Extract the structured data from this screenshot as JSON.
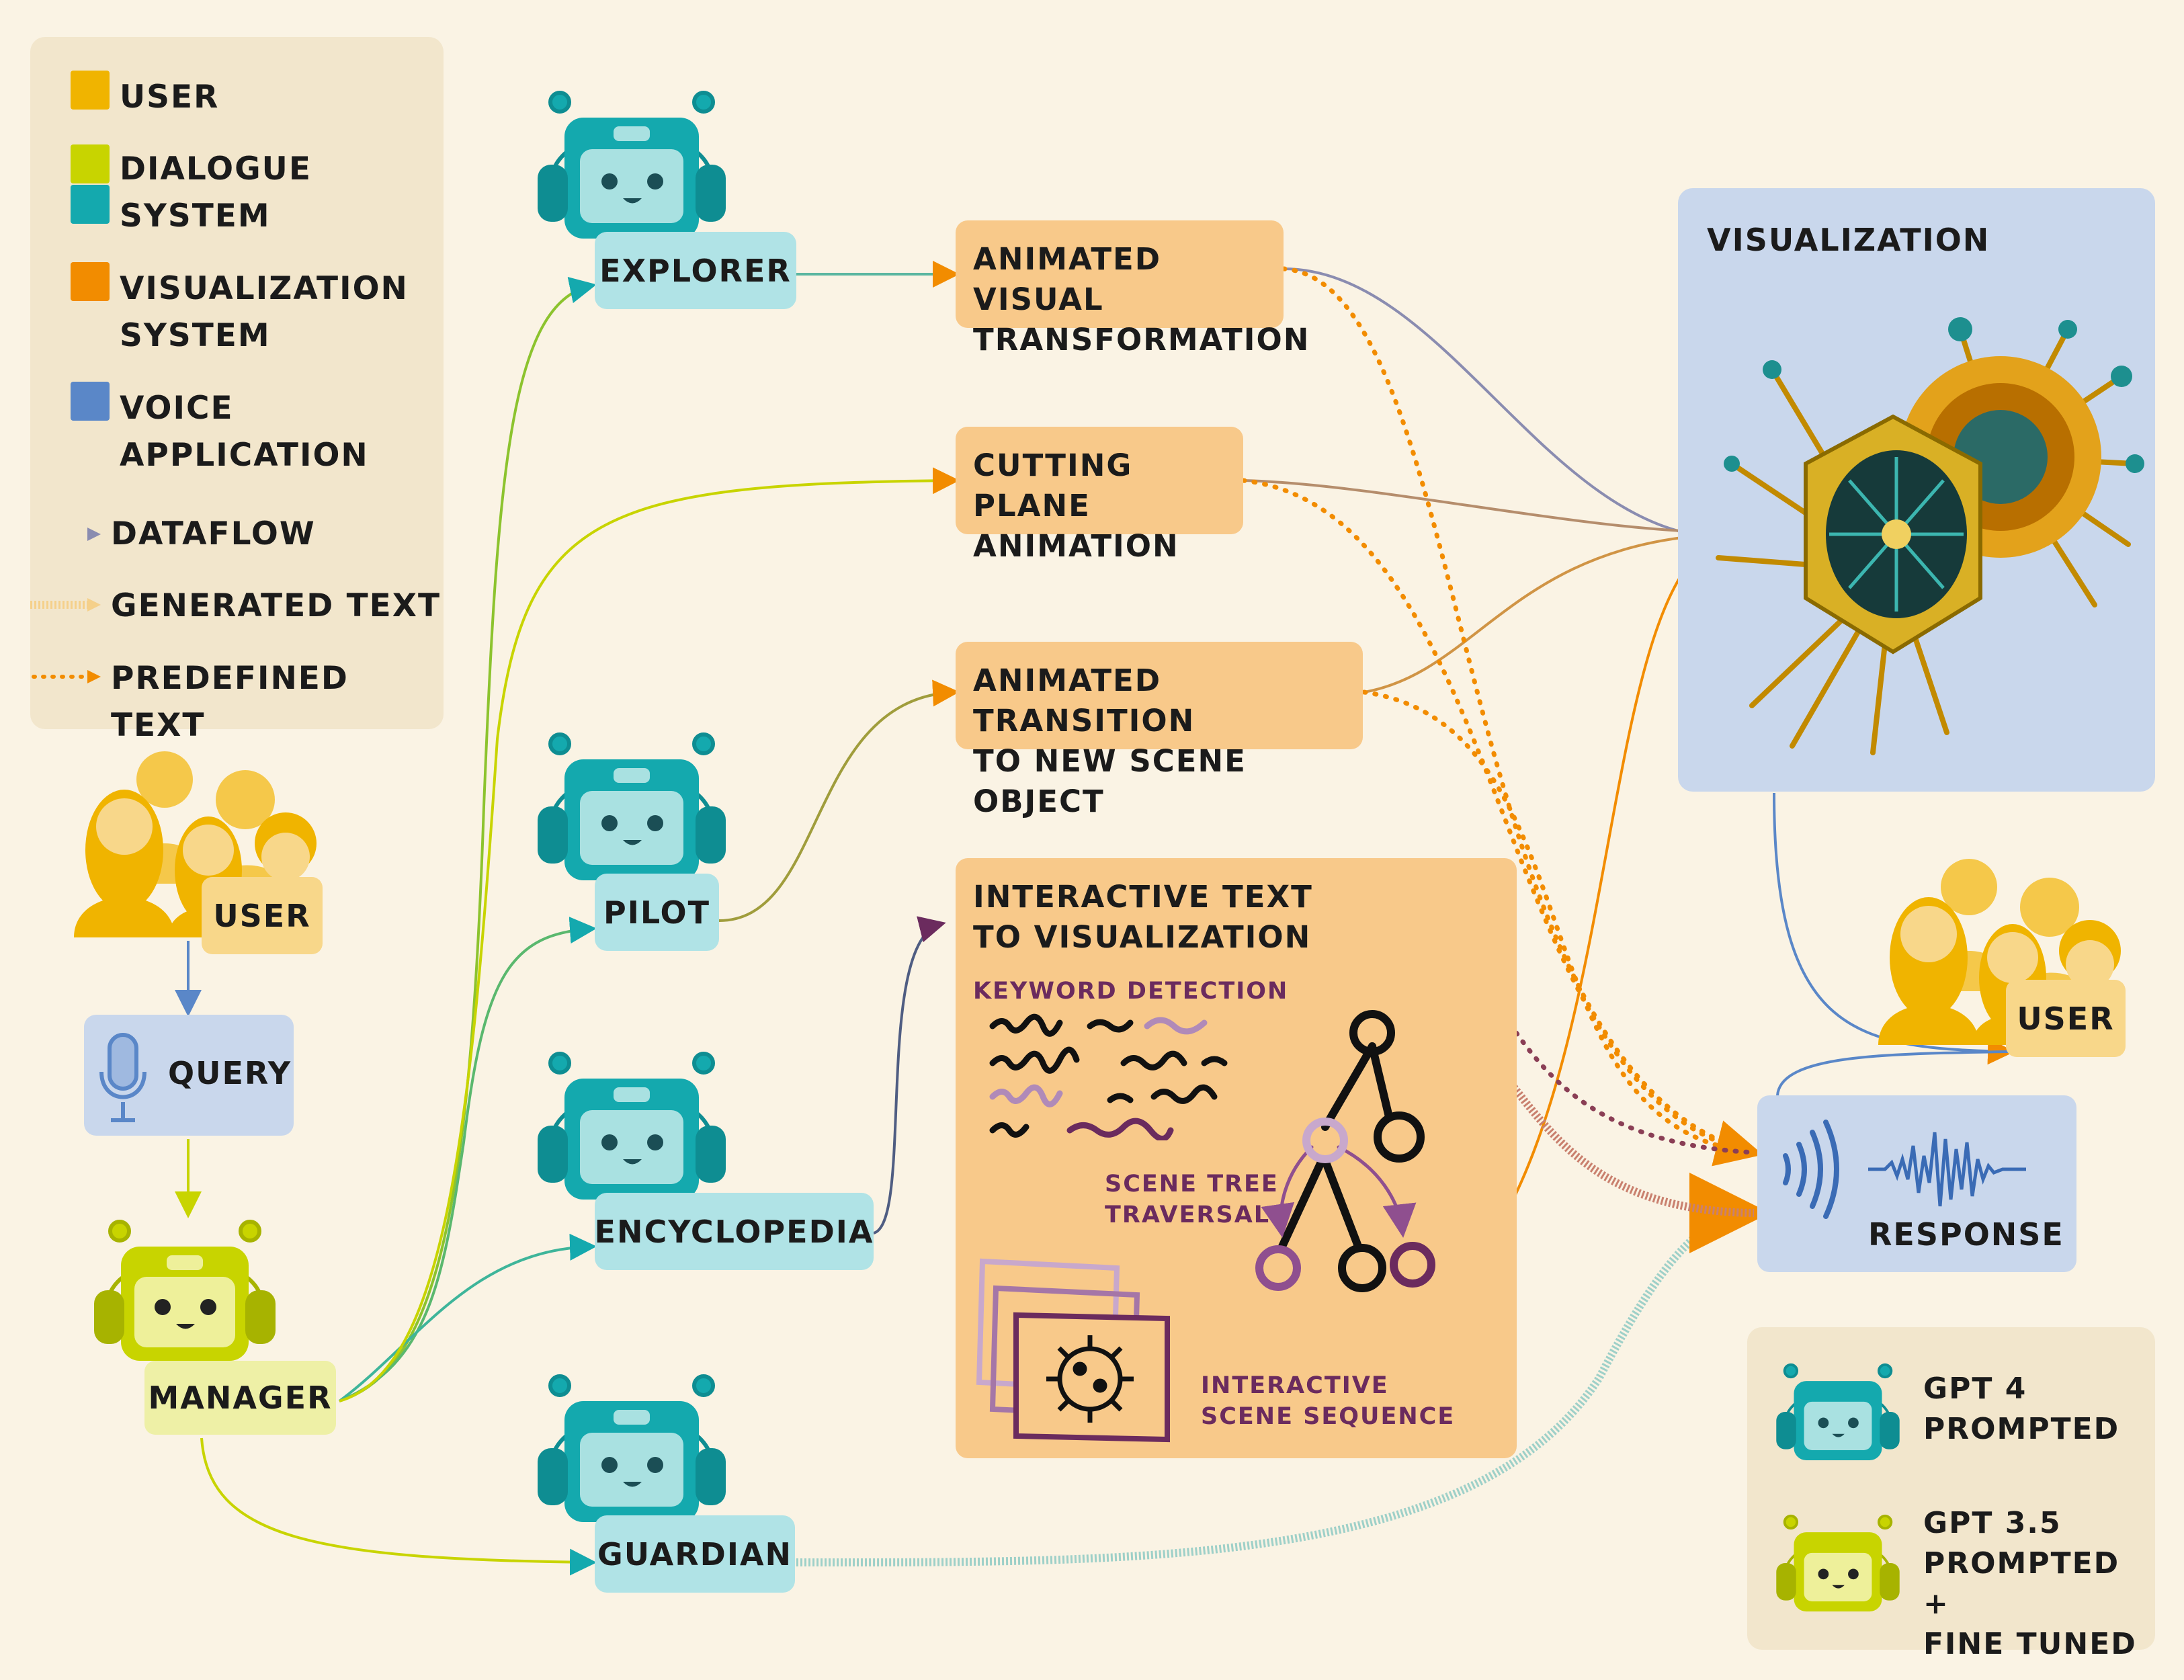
{
  "legend": {
    "user": "USER",
    "dialogue_1": "DIALOGUE",
    "dialogue_2": "SYSTEM",
    "vis_1": "VISUALIZATION",
    "vis_2": "SYSTEM",
    "voice_1": "VOICE",
    "voice_2": "APPLICATION",
    "dataflow": "DATAFLOW",
    "generated": "GENERATED TEXT",
    "predefined": "PREDEFINED TEXT",
    "colors": {
      "user": "#f0b400",
      "dialogue": "#c8d400",
      "dialogue_system": "#14a9ae",
      "visualization": "#f28c00",
      "voice": "#5a87c8"
    }
  },
  "left": {
    "user_label": "USER",
    "query_label": "QUERY",
    "manager_label": "MANAGER"
  },
  "agents": {
    "explorer": "EXPLORER",
    "pilot": "PILOT",
    "encyclopedia": "ENCYCLOPEDIA",
    "guardian": "GUARDIAN"
  },
  "vis_system": {
    "animated_visual_1": "ANIMATED VISUAL",
    "animated_visual_2": "TRANSFORMATION",
    "cutting_plane_1": "CUTTING PLANE",
    "cutting_plane_2": "ANIMATION",
    "transition_1": "ANIMATED TRANSITION",
    "transition_2": "TO NEW SCENE OBJECT",
    "interactive_1": "INTERACTIVE TEXT",
    "interactive_2": "TO VISUALIZATION",
    "keyword_detection": "KEYWORD DETECTION",
    "scene_tree_1": "SCENE TREE",
    "scene_tree_2": "TRAVERSAL",
    "scene_seq_1": "INTERACTIVE",
    "scene_seq_2": "SCENE SEQUENCE"
  },
  "right": {
    "visualization_title": "VISUALIZATION",
    "user_label": "USER",
    "response_label": "RESPONSE"
  },
  "models": {
    "gpt4_1": "GPT 4",
    "gpt4_2": "PROMPTED",
    "gpt35_1": "GPT 3.5",
    "gpt35_2": "PROMPTED +",
    "gpt35_3": "FINE TUNED"
  }
}
